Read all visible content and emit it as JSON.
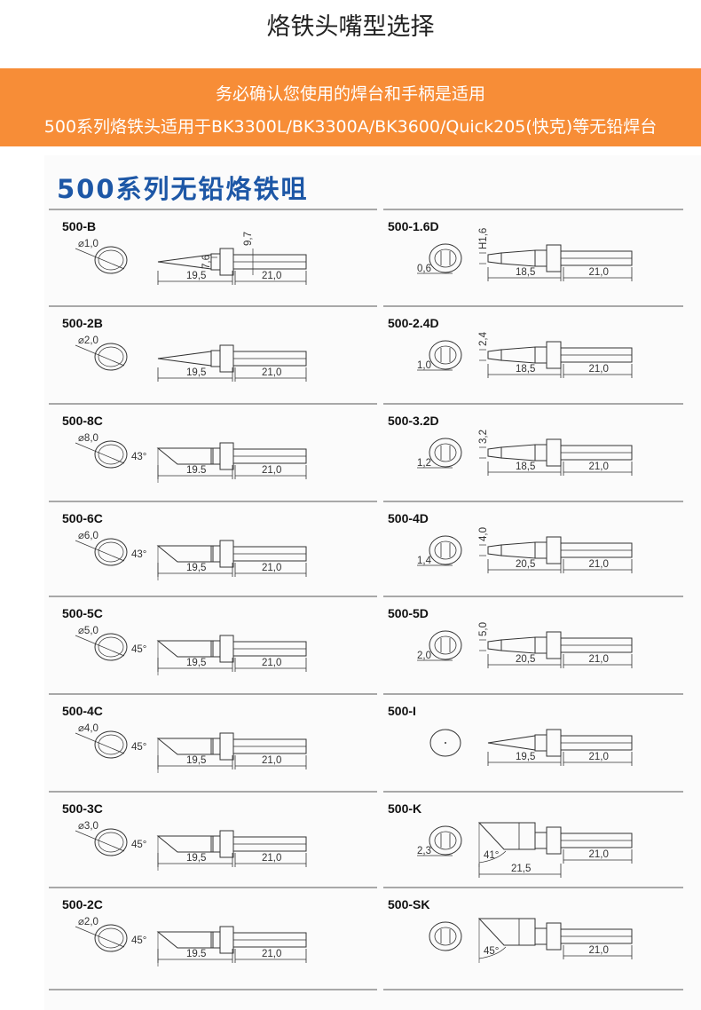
{
  "title": "烙铁头嘴型选择",
  "banner": {
    "line1": "务必确认您使用的焊台和手柄是适用",
    "line2": "500系列烙铁头适用于BK3300L/BK3300A/BK3600/Quick205(快克)等无铅焊台"
  },
  "series_title": "500系列无铅烙铁咀",
  "colors": {
    "banner": "#f78d37",
    "series_title": "#1d57a6"
  },
  "tips_left": [
    {
      "name": "500-B",
      "type": "cone",
      "face": "⌀1,0",
      "length": "19,5",
      "shaft": "21,0",
      "h1": "9,7",
      "h2": "7,6"
    },
    {
      "name": "500-2B",
      "type": "cone",
      "face": "⌀2,0",
      "length": "19,5",
      "shaft": "21,0"
    },
    {
      "name": "500-8C",
      "type": "bevel",
      "face": "⌀8,0",
      "angle": "43°",
      "length": "19.5",
      "shaft": "21,0"
    },
    {
      "name": "500-6C",
      "type": "bevel",
      "face": "⌀6,0",
      "angle": "43°",
      "length": "19,5",
      "shaft": "21,0"
    },
    {
      "name": "500-5C",
      "type": "bevel",
      "face": "⌀5,0",
      "angle": "45°",
      "length": "19,5",
      "shaft": "21,0"
    },
    {
      "name": "500-4C",
      "type": "bevel",
      "face": "⌀4,0",
      "angle": "45°",
      "length": "19,5",
      "shaft": "21,0"
    },
    {
      "name": "500-3C",
      "type": "bevel",
      "face": "⌀3,0",
      "angle": "45°",
      "length": "19,5",
      "shaft": "21,0"
    },
    {
      "name": "500-2C",
      "type": "bevel",
      "face": "⌀2,0",
      "angle": "45°",
      "length": "19.5",
      "shaft": "21,0"
    }
  ],
  "tips_right": [
    {
      "name": "500-1.6D",
      "type": "chisel",
      "face": "0,6",
      "height": "H1,6",
      "length": "18,5",
      "shaft": "21,0"
    },
    {
      "name": "500-2.4D",
      "type": "chisel",
      "face": "1,0",
      "height": "2,4",
      "length": "18,5",
      "shaft": "21,0"
    },
    {
      "name": "500-3.2D",
      "type": "chisel",
      "face": "1,2",
      "height": "3,2",
      "length": "18,5",
      "shaft": "21,0"
    },
    {
      "name": "500-4D",
      "type": "chisel",
      "face": "1,4",
      "height": "4,0",
      "length": "20,5",
      "shaft": "21,0"
    },
    {
      "name": "500-5D",
      "type": "chisel",
      "face": "2,0",
      "height": "5,0",
      "length": "20,5",
      "shaft": "21,0"
    },
    {
      "name": "500-I",
      "type": "needle",
      "length": "19,5",
      "shaft": "21,0"
    },
    {
      "name": "500-K",
      "type": "knife",
      "face": "2,3",
      "angle": "41°",
      "length": "21,5",
      "shaft": "21,0"
    },
    {
      "name": "500-SK",
      "type": "knife-s",
      "angle": "45°",
      "shaft": "21,0"
    }
  ]
}
